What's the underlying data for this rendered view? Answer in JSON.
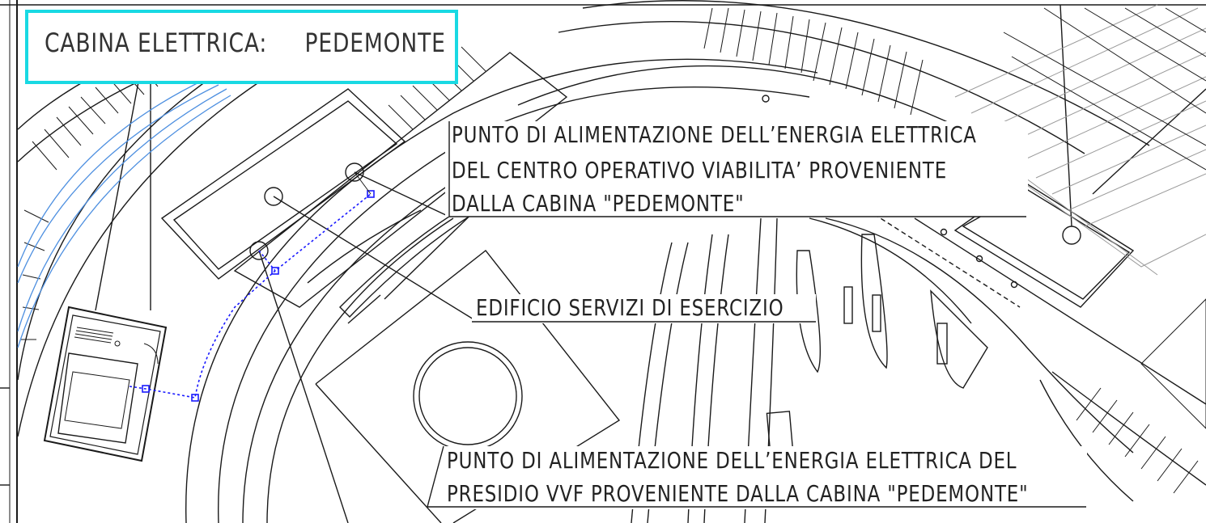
{
  "title_box": {
    "label": "CABINA ELETTRICA:",
    "value": "PEDEMONTE",
    "border_color": "#19d9e3"
  },
  "annotations": {
    "centro": {
      "line1": "PUNTO DI ALIMENTAZIONE DELL’ENERGIA ELETTRICA",
      "line2": "DEL CENTRO OPERATIVO VIABILITA’ PROVENIENTE",
      "line3": "DALLA CABINA \"PEDEMONTE\""
    },
    "edificio": {
      "line1": "EDIFICIO SERVIZI DI ESERCIZIO"
    },
    "presidio": {
      "line1": "PUNTO DI ALIMENTAZIONE DELL’ENERGIA ELETTRICA DEL",
      "line2": "PRESIDIO VVF PROVENIENTE DALLA CABINA \"PEDEMONTE\""
    }
  },
  "colors": {
    "linework": "#1a1a1a",
    "cable_route": "#1a1aff",
    "watercourse": "#4d8fe0",
    "grey_hatch": "#9a9a9a"
  }
}
